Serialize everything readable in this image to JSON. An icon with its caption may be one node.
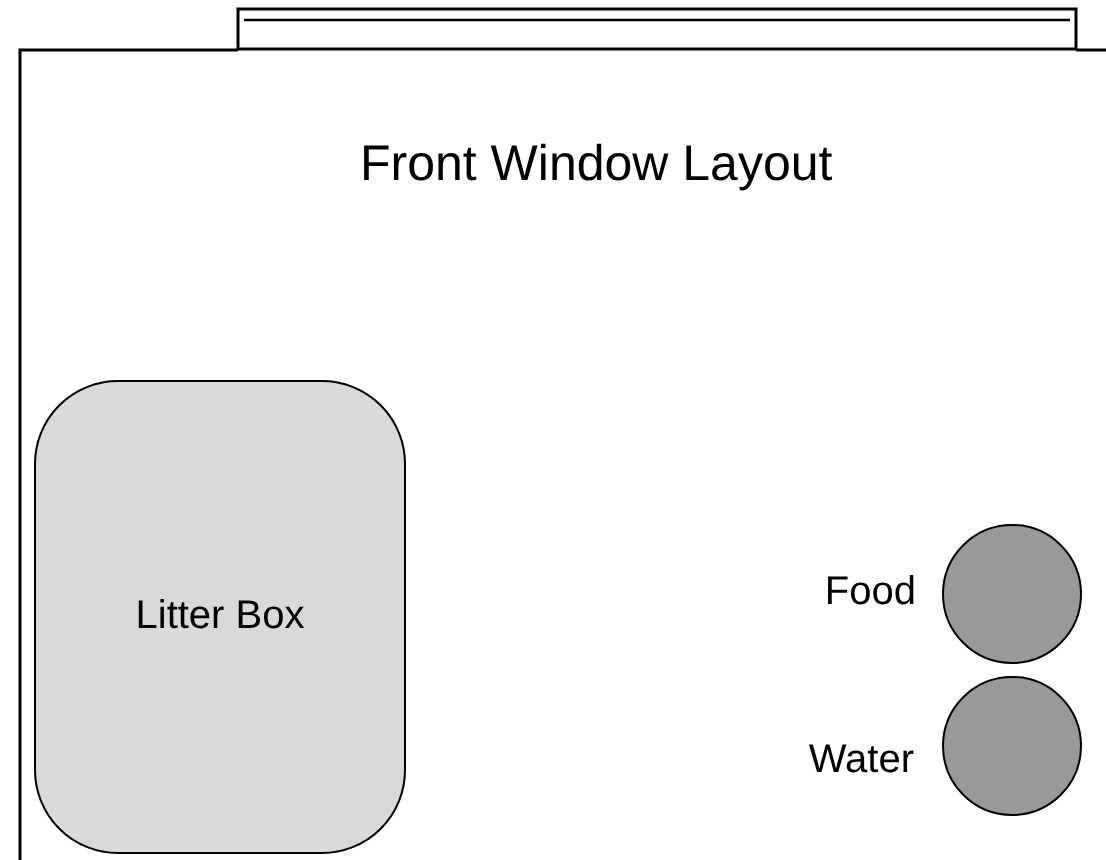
{
  "diagram": {
    "title": "Front Window Layout",
    "nodes": [
      {
        "text": [
          "Litter Box"
        ]
      },
      {
        "text": [],
        "shape": "circle",
        "beside": [
          "Food"
        ]
      },
      {
        "text": [],
        "shape": "circle",
        "beside": [
          "Water"
        ]
      }
    ]
  }
}
